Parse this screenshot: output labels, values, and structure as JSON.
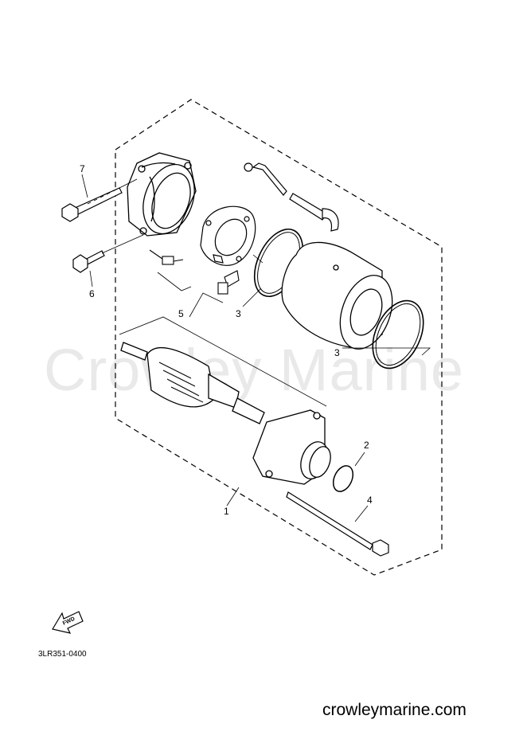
{
  "watermark": "Crowley Marine",
  "callouts": {
    "c1": "1",
    "c2": "2",
    "c3a": "3",
    "c3b": "3",
    "c4": "4",
    "c5": "5",
    "c6": "6",
    "c7": "7"
  },
  "fwd_label": "FWD",
  "diagram_ref": "3LR351-0400",
  "site_url": "crowleymarine.com"
}
